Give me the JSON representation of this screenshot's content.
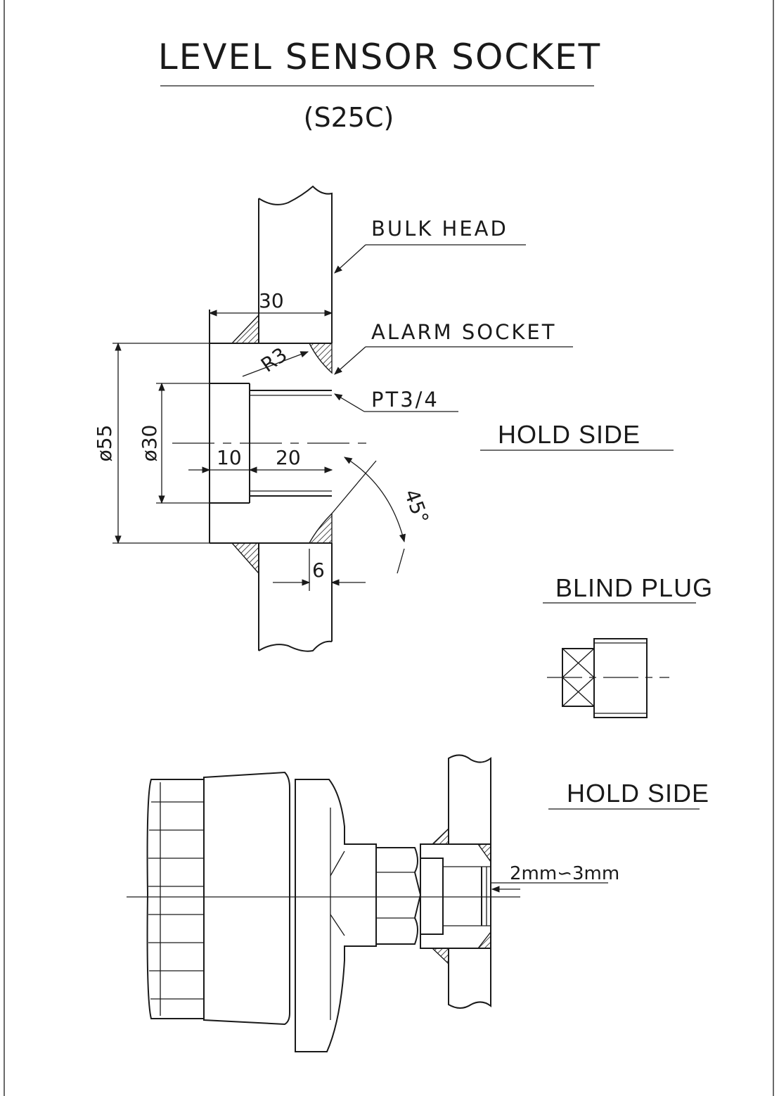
{
  "title": "LEVEL SENSOR SOCKET",
  "material": "(S25C)",
  "labels": {
    "bulk_head": "BULK HEAD",
    "alarm_socket": "ALARM SOCKET",
    "thread": "PT3/4",
    "hold_side_top": "HOLD SIDE",
    "blind_plug": "BLIND PLUG",
    "hold_side_bottom": "HOLD SIDE"
  },
  "dimensions": {
    "width_30": "30",
    "radius": "R3",
    "dia_55": "ø55",
    "dia_30": "ø30",
    "depth_10": "10",
    "depth_20": "20",
    "weld_6": "6",
    "angle": "45°",
    "gap": "2mm∽3mm"
  }
}
